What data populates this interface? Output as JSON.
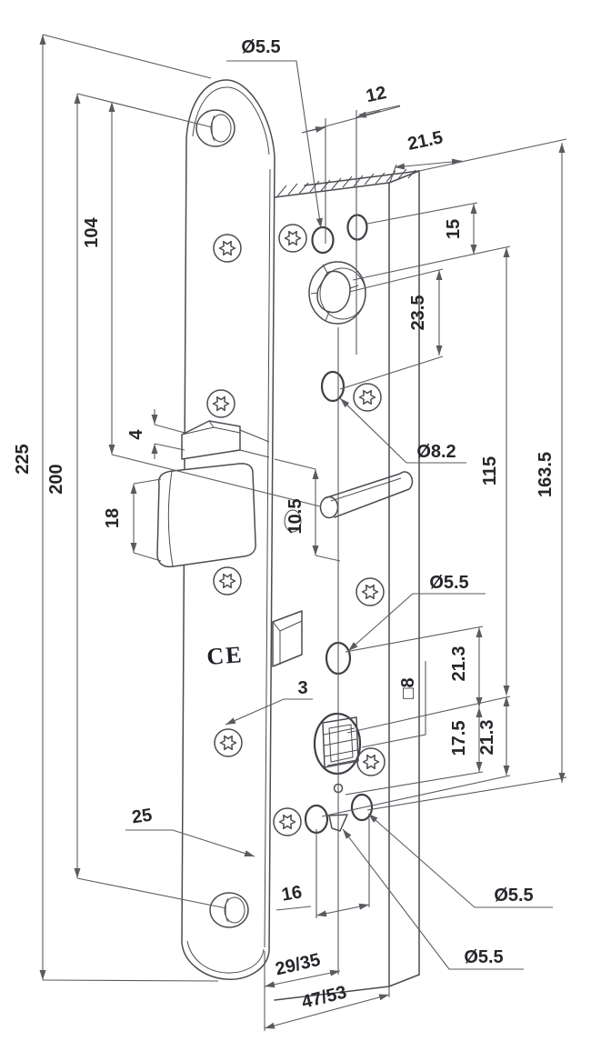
{
  "drawing": {
    "kind": "technical-drawing",
    "colors": {
      "background": "#ffffff",
      "edge_ink": "#4b4c52",
      "dimension_ink": "#5a5b61",
      "label_ink": "#26262b"
    },
    "dimensions": {
      "dia55_top": "Ø5.5",
      "d12": "12",
      "d21_5": "21.5",
      "d104": "104",
      "d225": "225",
      "d200": "200",
      "d4": "4",
      "d18": "18",
      "d10_5": "10.5",
      "d15": "15",
      "d23_5": "23.5",
      "dia82": "Ø8.2",
      "d115": "115",
      "d163_5": "163.5",
      "dia55_mid": "Ø5.5",
      "d21_3_a": "21.3",
      "sq8": "□8",
      "d17_5": "17.5",
      "d21_3_b": "21.3",
      "d3": "3",
      "d25": "25",
      "d16": "16",
      "d29_35": "29/35",
      "d47_53": "47/53",
      "dia55_b1": "Ø5.5",
      "dia55_b2": "Ø5.5",
      "ce_mark": "CE"
    }
  }
}
